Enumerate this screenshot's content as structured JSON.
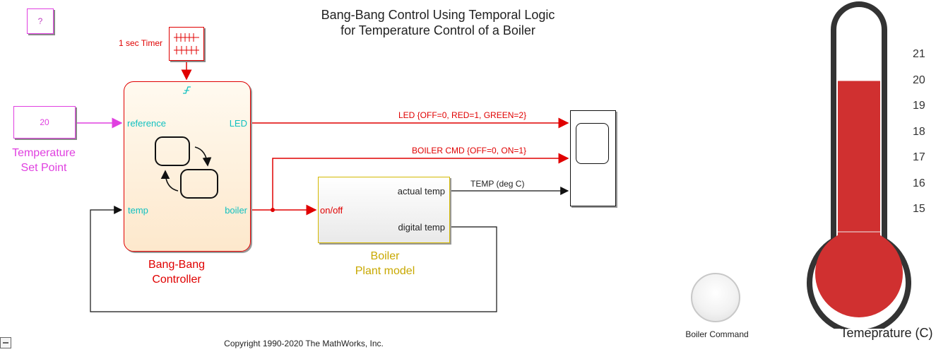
{
  "title": {
    "line1": "Bang-Bang Control Using Temporal Logic",
    "line2": "for Temperature Control of a Boiler"
  },
  "help_block": {
    "text": "?"
  },
  "timer": {
    "label": "1 sec Timer"
  },
  "setpoint": {
    "value": "20",
    "label_line1": "Temperature",
    "label_line2": "Set Point"
  },
  "controller": {
    "port_reference": "reference",
    "port_temp": "temp",
    "port_led": "LED",
    "port_boiler": "boiler",
    "label_line1": "Bang-Bang",
    "label_line2": "Controller"
  },
  "boiler": {
    "port_onoff": "on/off",
    "port_actual": "actual temp",
    "port_digital": "digital temp",
    "label_line1": "Boiler",
    "label_line2": "Plant model"
  },
  "signals": {
    "led": "LED {OFF=0, RED=1, GREEN=2}",
    "boiler_cmd": "BOILER CMD {OFF=0, ON=1}",
    "temp": "TEMP (deg C)"
  },
  "copyright": "Copyright 1990-2020 The MathWorks, Inc.",
  "lamp": {
    "label": "Boiler Command"
  },
  "thermometer": {
    "label": "Temeprature (C)",
    "ticks": [
      "21",
      "20",
      "19",
      "18",
      "17",
      "16",
      "15"
    ],
    "value": 20
  },
  "colors": {
    "signal_red": "#e00000",
    "setpoint_magenta": "#e040e0",
    "port_cyan": "#10c0c0",
    "boiler_gold": "#c8a800",
    "mercury": "#d03030"
  }
}
